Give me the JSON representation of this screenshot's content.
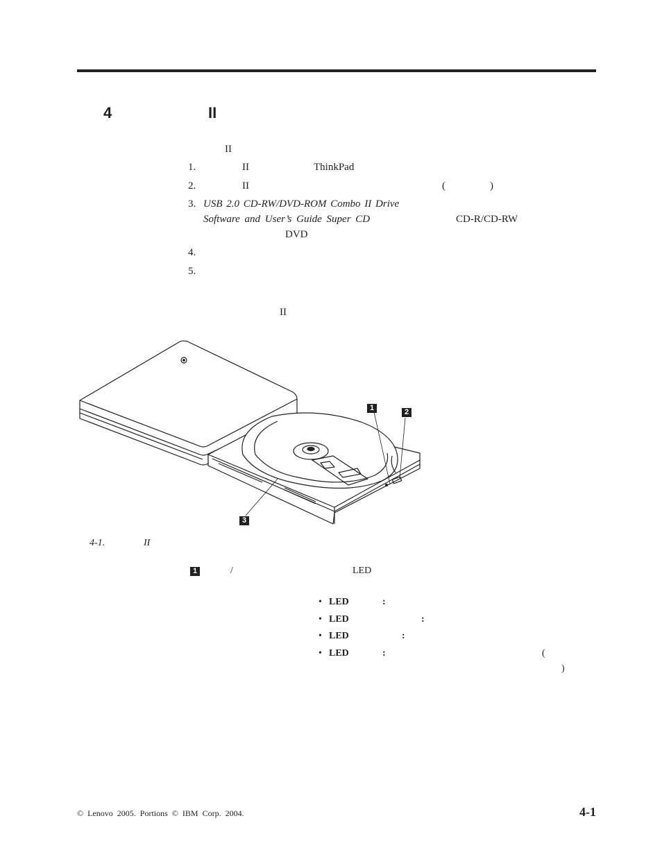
{
  "header": {
    "chapter_number": "4",
    "chapter_roman": "II"
  },
  "intro": {
    "text": "II"
  },
  "steps": [
    {
      "num": "1.",
      "parts": [
        "II",
        "ThinkPad"
      ]
    },
    {
      "num": "2.",
      "parts": [
        "II",
        "(",
        ")"
      ]
    },
    {
      "num": "3.",
      "line1": "USB 2.0 CD-RW/DVD-ROM Combo II Drive",
      "line2": "Software and User’s Guide Super CD",
      "line2_right": "CD-R/CD-RW",
      "line3": "DVD"
    },
    {
      "num": "4."
    },
    {
      "num": "5."
    }
  ],
  "section_text": "II",
  "figure": {
    "callouts": [
      "1",
      "2",
      "3"
    ],
    "caption_num": "4-1.",
    "caption_text": "II"
  },
  "legend": {
    "callout": "1",
    "slash": "/",
    "led": "LED",
    "items": [
      {
        "bullet": "•",
        "label": "LED",
        "colon": ":"
      },
      {
        "bullet": "•",
        "label": "LED",
        "colon": ":"
      },
      {
        "bullet": "•",
        "label": "LED",
        "colon": ":"
      },
      {
        "bullet": "•",
        "label": "LED",
        "colon": ":",
        "open_paren": "(",
        "close_paren": ")"
      }
    ]
  },
  "footer": {
    "copyright": "© Lenovo 2005. Portions © IBM Corp. 2004.",
    "page_number": "4-1"
  }
}
